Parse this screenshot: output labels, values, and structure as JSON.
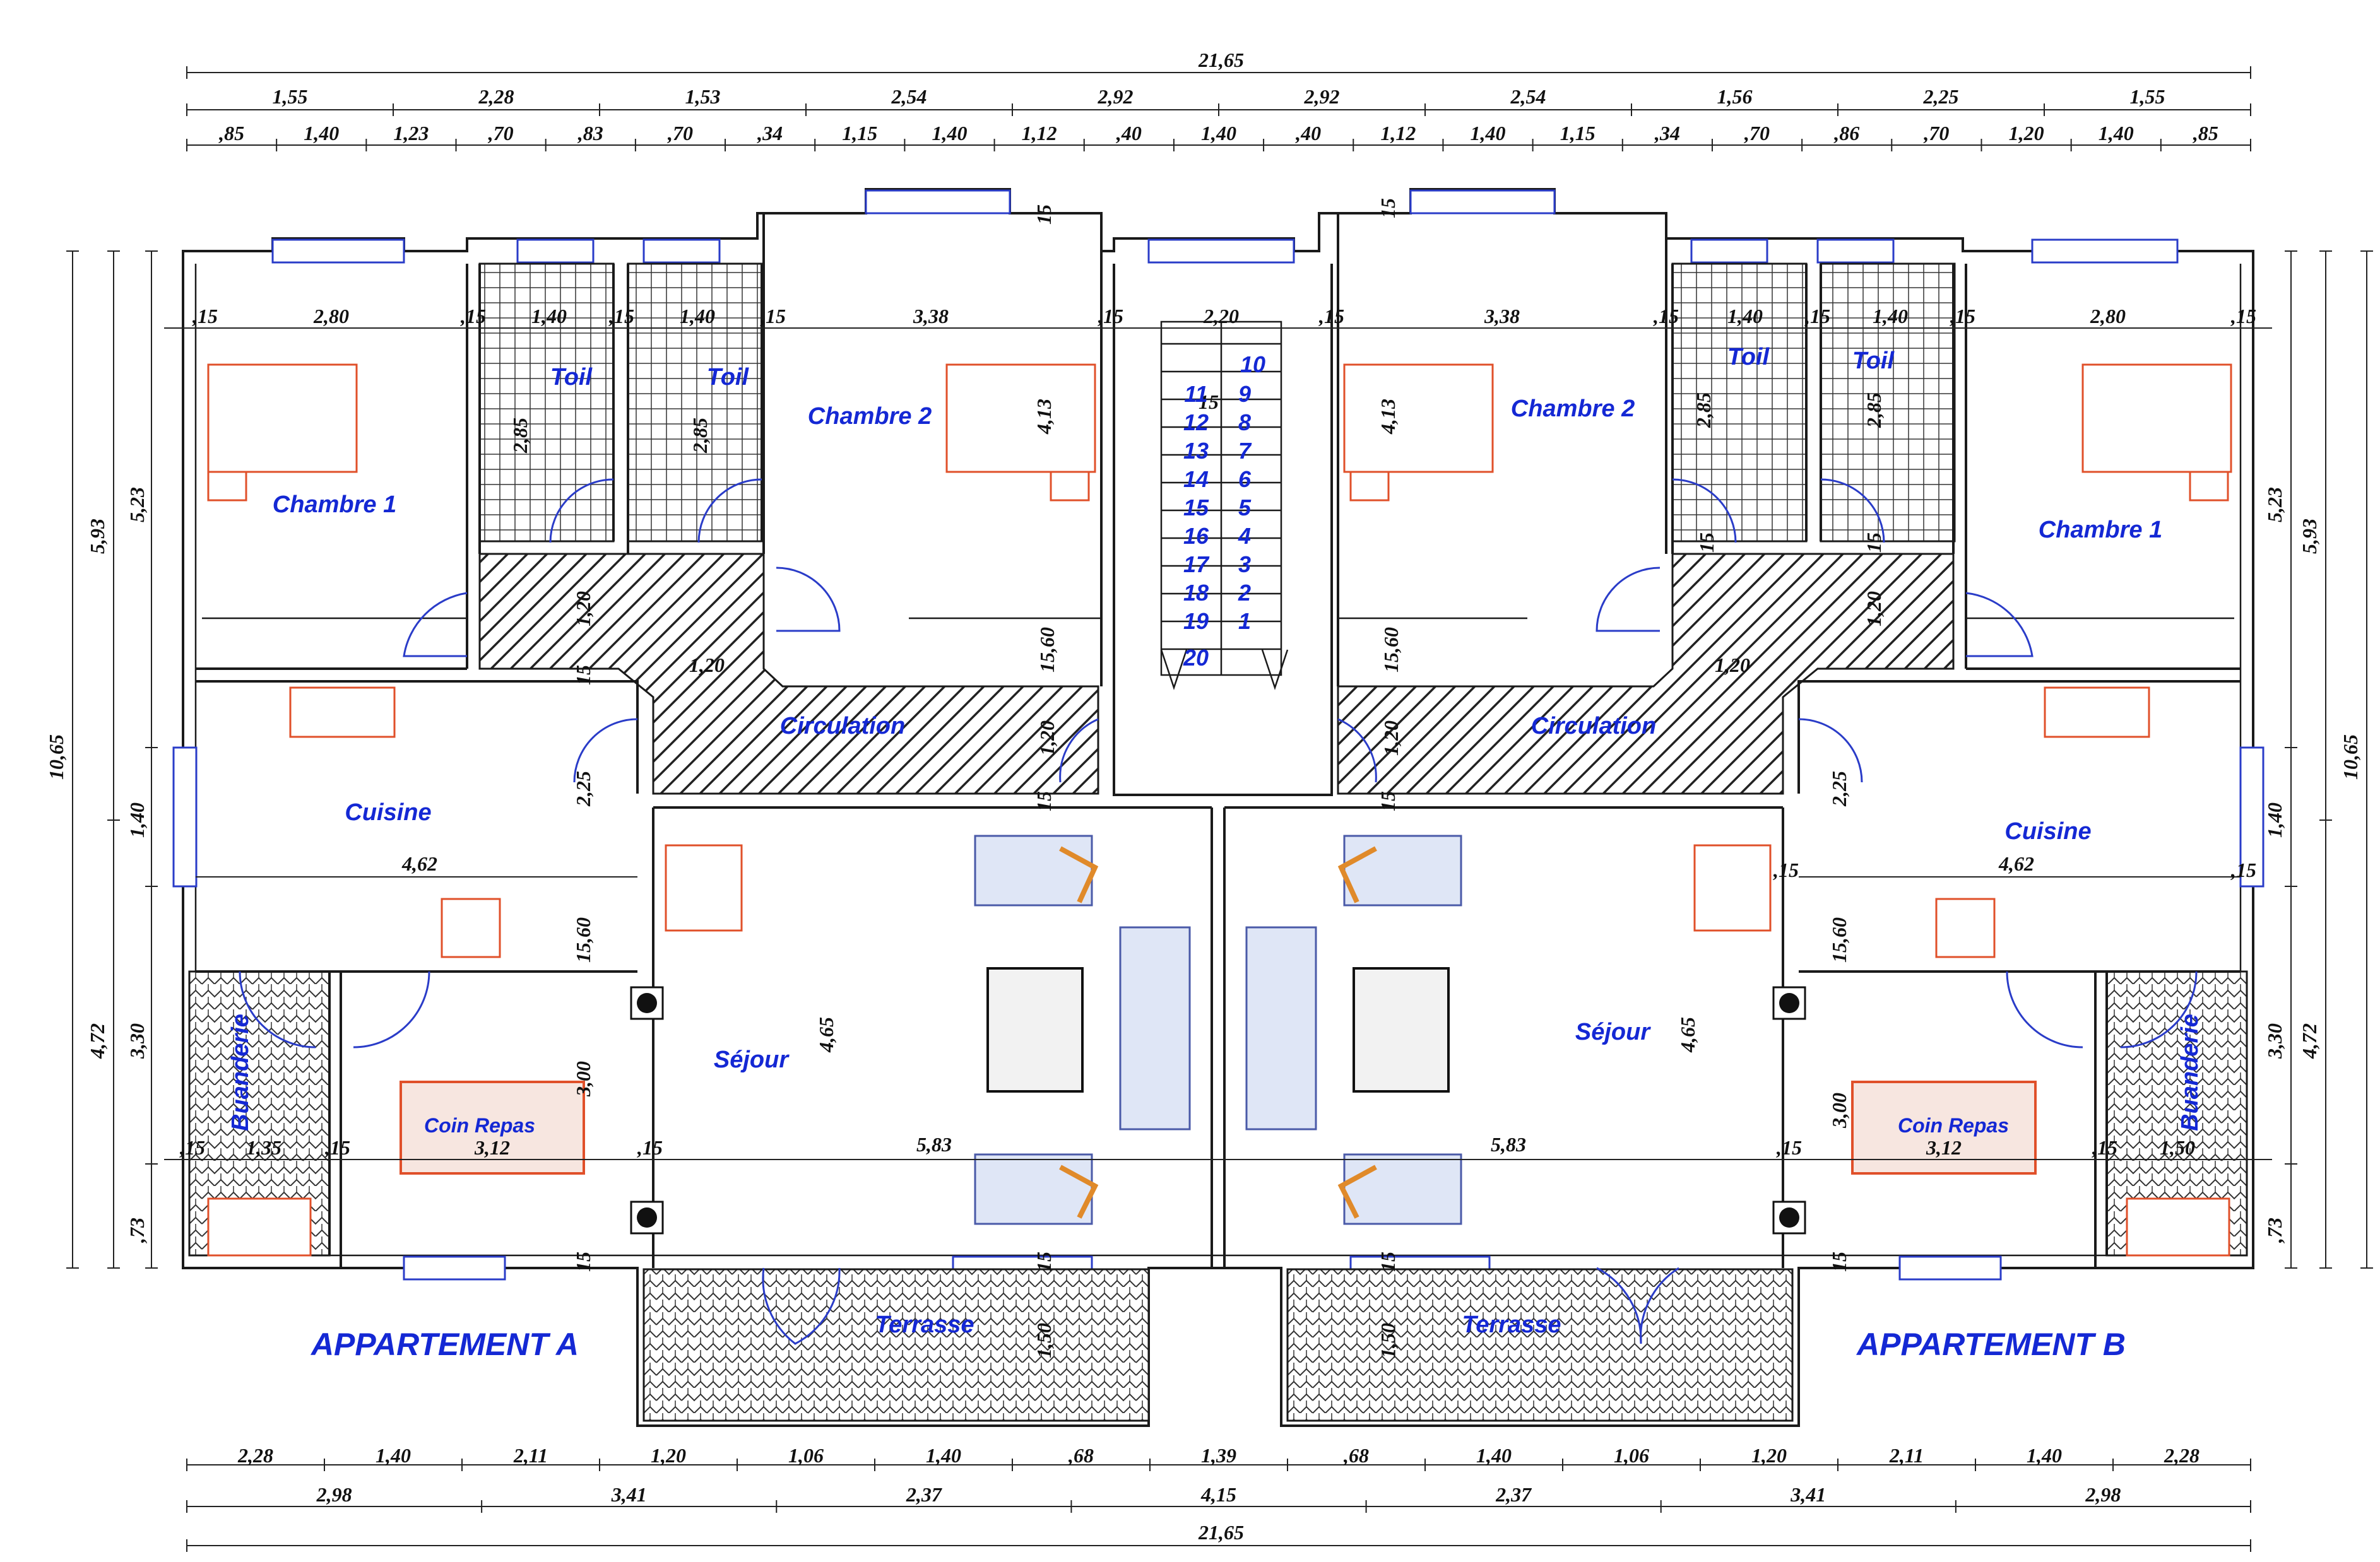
{
  "apartments": {
    "a_label": "APPARTEMENT A",
    "b_label": "APPARTEMENT B"
  },
  "rooms": {
    "chambre1": "Chambre  1",
    "chambre1_b": "Chambre 1",
    "chambre2": "Chambre 2",
    "toil": "Toil",
    "circulation": "Circulation",
    "cuisine": "Cuisine",
    "sejour": "Séjour",
    "coin_repas": "Coin Repas",
    "buanderie": "Buanderie",
    "terrasse": "Terrasse"
  },
  "stairs": {
    "left_steps": [
      "11",
      "12",
      "13",
      "14",
      "15",
      "16",
      "17",
      "18",
      "19",
      "20"
    ],
    "right_steps": [
      "10",
      "9",
      "8",
      "7",
      "6",
      "5",
      "4",
      "3",
      "2",
      "1"
    ],
    "width_label": "2,20",
    "landing_label": "15"
  },
  "dims_top": {
    "overall": "21,65",
    "row2": [
      "1,55",
      "2,28",
      "1,53",
      "2,54",
      "2,92",
      "2,92",
      "2,54",
      "1,56",
      "2,25",
      "1,55"
    ],
    "row3": [
      ",85",
      "1,40",
      "1,23",
      ",70",
      ",83",
      ",70",
      ",34",
      "1,15",
      "1,40",
      "1,12",
      ",40",
      "1,40",
      ",40",
      "1,12",
      "1,40",
      "1,15",
      ",34",
      ",70",
      ",86",
      ",70",
      "1,20",
      "1,40",
      ",85"
    ]
  },
  "dims_bottom": {
    "overall": "21,65",
    "row1": [
      "2,28",
      "1,40",
      "2,11",
      "1,20",
      "1,06",
      "1,40",
      ",68",
      "1,39",
      ",68",
      "1,40",
      "1,06",
      "1,20",
      "2,11",
      "1,40",
      "2,28"
    ],
    "row2": [
      "2,98",
      "3,41",
      "2,37",
      "4,15",
      "2,37",
      "3,41",
      "2,98"
    ]
  },
  "dims_left": {
    "total": "10,65",
    "upper": "5,93",
    "mid": "4,72",
    "a": "5,23",
    "b": "1,40",
    "c": "3,30",
    "d": ",73"
  },
  "dims_right": {
    "total": "10,65",
    "upper": "5,93",
    "mid": "4,72",
    "a": "5,23",
    "b": "1,40",
    "c": "3,30",
    "d": ",73"
  },
  "dims_internal": {
    "w15": ",15",
    "ch1_w": "2,80",
    "toil_w": "1,40",
    "ch2_w": "3,38",
    "toil_h": "2,85",
    "ch2_h": "4,13",
    "corr": "1,20",
    "cuis_w": "4,62",
    "cuis_h": "2,25",
    "sej_h": "4,65",
    "sej_w": "5,83",
    "coin_h": "3,00",
    "coin_w": "3,12",
    "buan_a": "1,35",
    "buan_b": "1,50",
    "terr_h": "1,50",
    "wall_h": "15,60",
    "h15": "15"
  },
  "colors": {
    "text_blue": "#1428d4",
    "furniture": "#e0502a",
    "window": "#2a3cc8",
    "line": "#1a1a1a"
  }
}
